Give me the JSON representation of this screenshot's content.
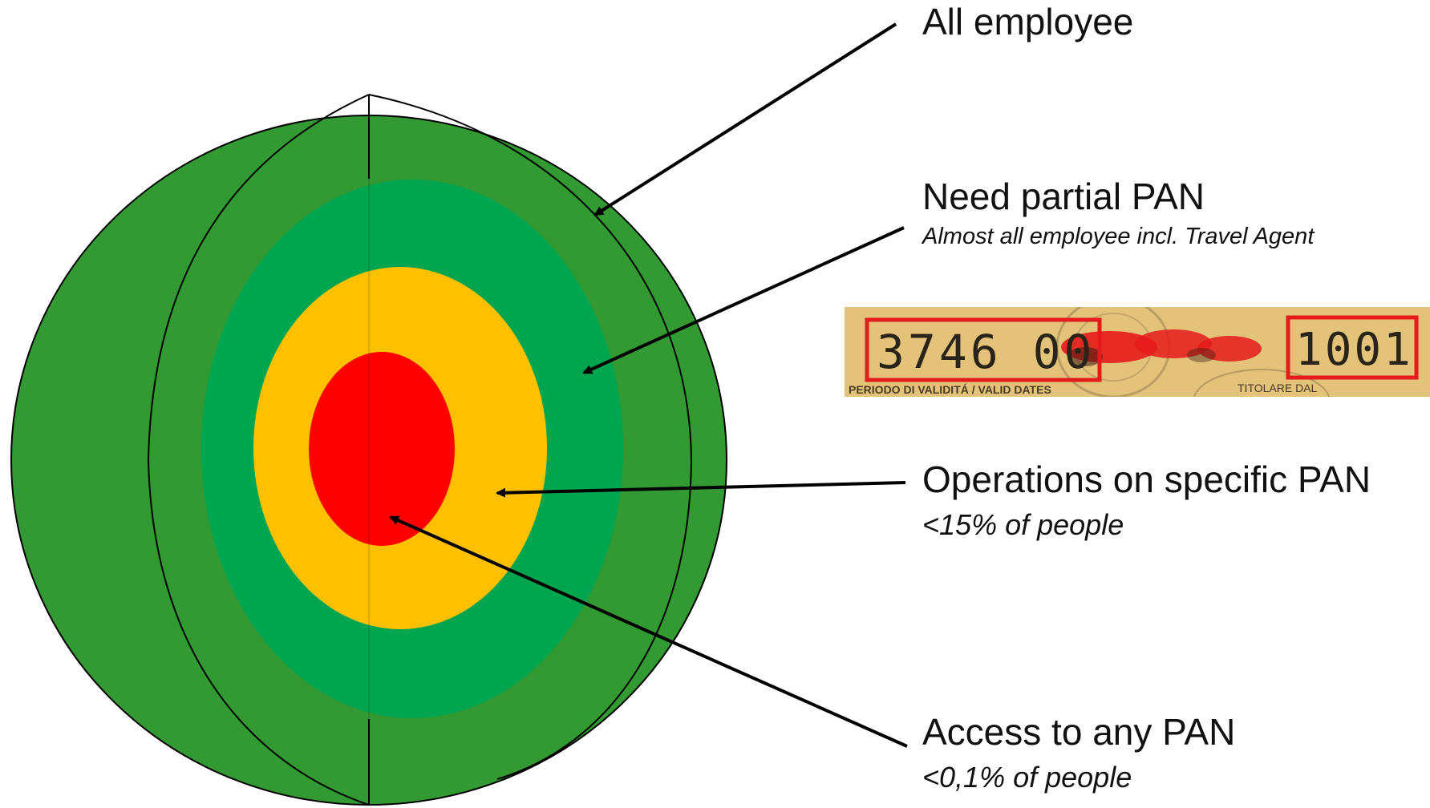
{
  "layers": [
    {
      "key": "all",
      "label": "All employee",
      "note": "",
      "color": "#339933"
    },
    {
      "key": "partial",
      "label": "Need partial PAN",
      "note": "Almost all employee incl. Travel Agent",
      "color": "#00a550"
    },
    {
      "key": "ops",
      "label": "Operations on specific PAN",
      "note": "<15% of people",
      "color": "#ffc000"
    },
    {
      "key": "access",
      "label": "Access to any PAN",
      "note": "<0,1% of people",
      "color": "#ff0000"
    }
  ],
  "card": {
    "left_digits": "3746 00",
    "right_digits": "1001",
    "footer_left": "PERIODO DI VALIDITÁ / VALID DATES",
    "footer_right": "TITOLARE DAL",
    "colors": {
      "background": "#e3c27a",
      "box": "#e51b1b",
      "digits": "#2a2418"
    }
  }
}
